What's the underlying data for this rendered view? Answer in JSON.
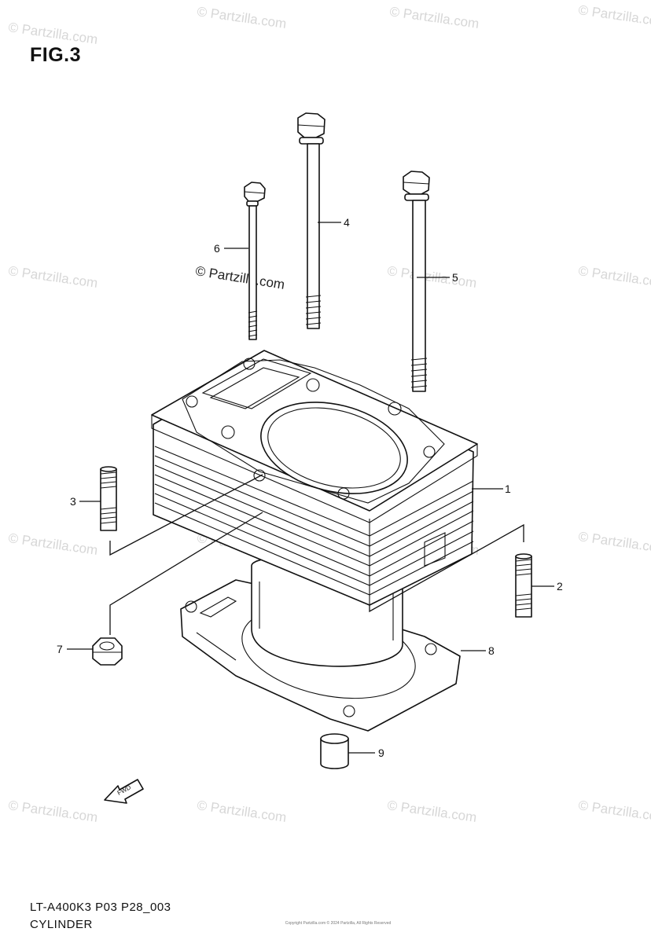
{
  "figure": {
    "title": "FIG.3",
    "code": "LT-A400K3 P03 P28_003",
    "name": "CYLINDER",
    "copyright_small": "Copyright Partzilla.com © 2024 Partzilla, All Rights Reserved"
  },
  "watermark": {
    "text": "© Partzilla.com",
    "center_text": "© Partzilla.com",
    "color": "#d7d7d7"
  },
  "fwd_arrow": {
    "label": "FWD"
  },
  "callouts": [
    {
      "id": "callout-1",
      "label": "1",
      "part": "cylinder"
    },
    {
      "id": "callout-2",
      "label": "2",
      "part": "stud-right"
    },
    {
      "id": "callout-3",
      "label": "3",
      "part": "stud-left"
    },
    {
      "id": "callout-4",
      "label": "4",
      "part": "long-bolt"
    },
    {
      "id": "callout-5",
      "label": "5",
      "part": "bolt-right"
    },
    {
      "id": "callout-6",
      "label": "6",
      "part": "short-bolt"
    },
    {
      "id": "callout-7",
      "label": "7",
      "part": "nut"
    },
    {
      "id": "callout-8",
      "label": "8",
      "part": "base-gasket"
    },
    {
      "id": "callout-9",
      "label": "9",
      "part": "dowel-pin"
    }
  ]
}
